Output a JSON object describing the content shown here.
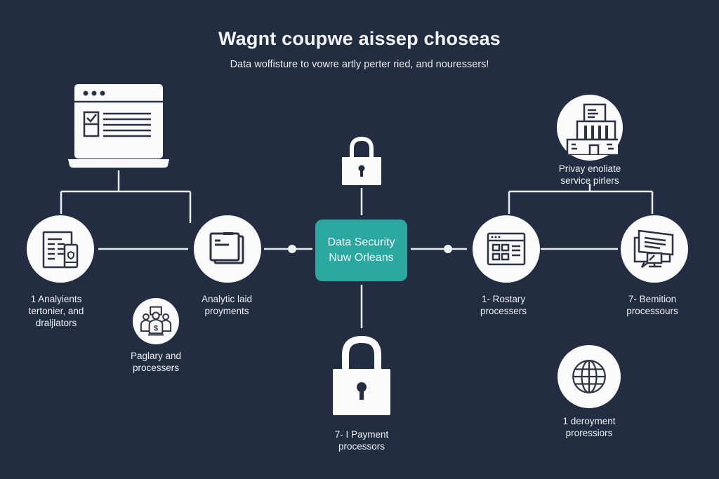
{
  "header": {
    "title": "Wagnt coupwe aissep choseas",
    "subtitle": "Data woffisture to vowre artly perter ried, and nouressers!"
  },
  "hub": {
    "line1": "Data Security",
    "line2": "Nuw Orleans",
    "color": "#2ba8a0"
  },
  "colors": {
    "background": "#232d42",
    "icon_fill": "#fafafa",
    "stroke": "#2d3344"
  },
  "nodes": {
    "laptop": {
      "icon": "laptop-checklist-icon"
    },
    "analytics": {
      "icon": "tablet-phone-icon",
      "label": [
        "1 Analyients",
        "tertonier, and",
        "draljlators"
      ]
    },
    "documents": {
      "icon": "documents-icon",
      "label": [
        "Analytic laid",
        "proyments"
      ]
    },
    "payroll": {
      "icon": "people-money-icon",
      "label": [
        "Paglary and",
        "processers"
      ]
    },
    "top_lock": {
      "icon": "padlock-icon"
    },
    "payment": {
      "icon": "padlock-icon",
      "label": [
        "7- I Payment",
        "processors"
      ]
    },
    "privacy": {
      "icon": "building-icon",
      "label": [
        "Privay enoliate",
        "service pirlers"
      ]
    },
    "rostary": {
      "icon": "web-app-icon",
      "label": [
        "1- Rostary",
        "processers"
      ]
    },
    "bemition": {
      "icon": "monitor-docs-icon",
      "label": [
        "7- Bemition",
        "processours"
      ]
    },
    "deployment": {
      "icon": "globe-icon",
      "label": [
        "1 deroyment",
        "proressiors"
      ]
    }
  }
}
